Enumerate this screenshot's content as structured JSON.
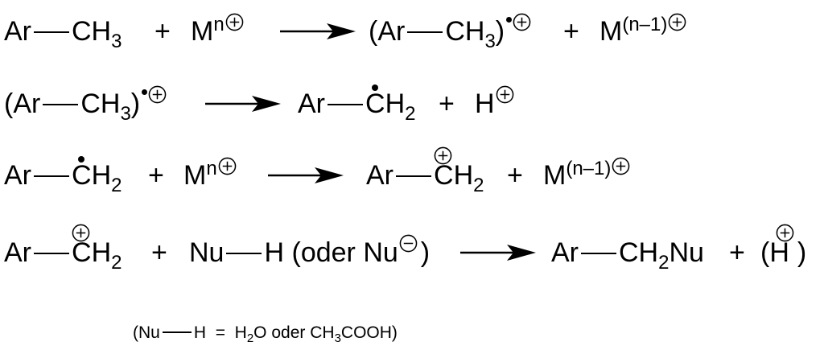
{
  "labels": {
    "ar": "Ar",
    "c": "C",
    "ch": "CH",
    "h": "H",
    "m": "M",
    "nu": "Nu",
    "plus": "+",
    "n": "n",
    "n_minus_1": "(n–1)",
    "two": "2",
    "three": "3",
    "lparen": "(",
    "rparen": ")",
    "oder": "oder",
    "equals": "=",
    "o": "O",
    "cooh": "COOH"
  },
  "icons": {
    "charge_plus": "circled-plus",
    "charge_minus": "circled-minus",
    "radical": "dot",
    "arrow": "reaction-arrow"
  }
}
